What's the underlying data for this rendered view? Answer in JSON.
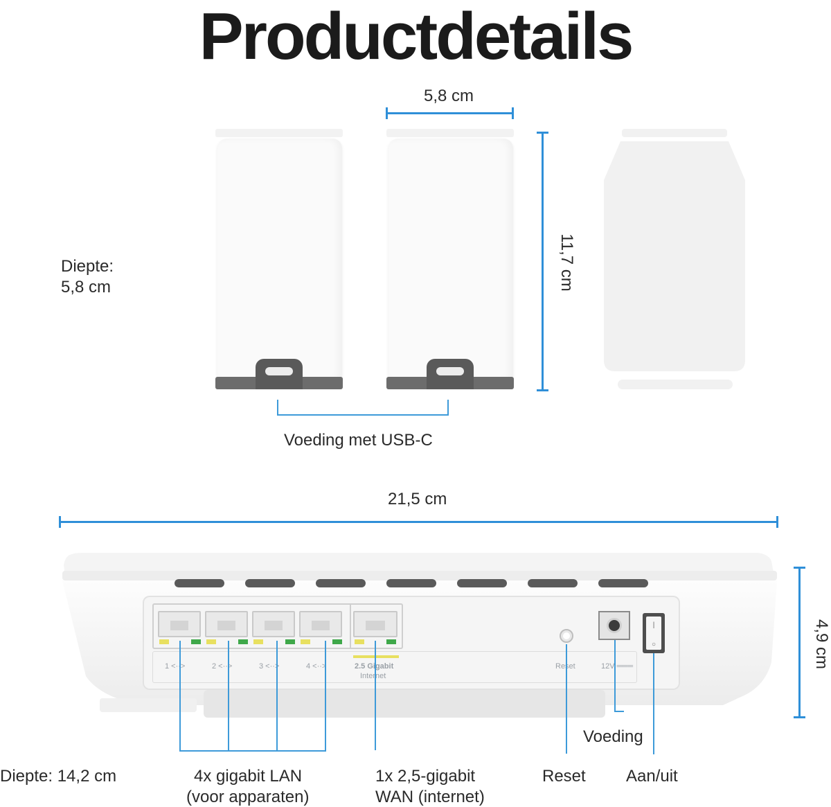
{
  "title": "Productdetails",
  "satellite": {
    "width_label": "5,8 cm",
    "height_label": "11,7 cm",
    "depth_label_line1": "Diepte:",
    "depth_label_line2": "5,8 cm",
    "usb_label": "Voeding met USB-C"
  },
  "router": {
    "width_label": "21,5 cm",
    "height_label": "4,9 cm",
    "depth_label": "Diepte: 14,2 cm",
    "lan_label_line1": "4x gigabit LAN",
    "lan_label_line2": "(voor apparaten)",
    "wan_label_line1": "1x 2,5-gigabit",
    "wan_label_line2": "WAN (internet)",
    "reset_label": "Reset",
    "power_label": "Voeding",
    "switch_label": "Aan/uit",
    "ports": [
      {
        "label": "1 <··>"
      },
      {
        "label": "2 <··>"
      },
      {
        "label": "3 <··>"
      },
      {
        "label": "4 <··>"
      }
    ],
    "wan_port_label_line1": "2.5 Gigabit",
    "wan_port_label_line2": "Internet",
    "reset_port_label": "Reset",
    "dc_port_label": "12V ═══"
  },
  "colors": {
    "dimension_blue": "#2f8fd8",
    "title": "#1b1b1b",
    "wan_highlight": "#e8e060"
  }
}
